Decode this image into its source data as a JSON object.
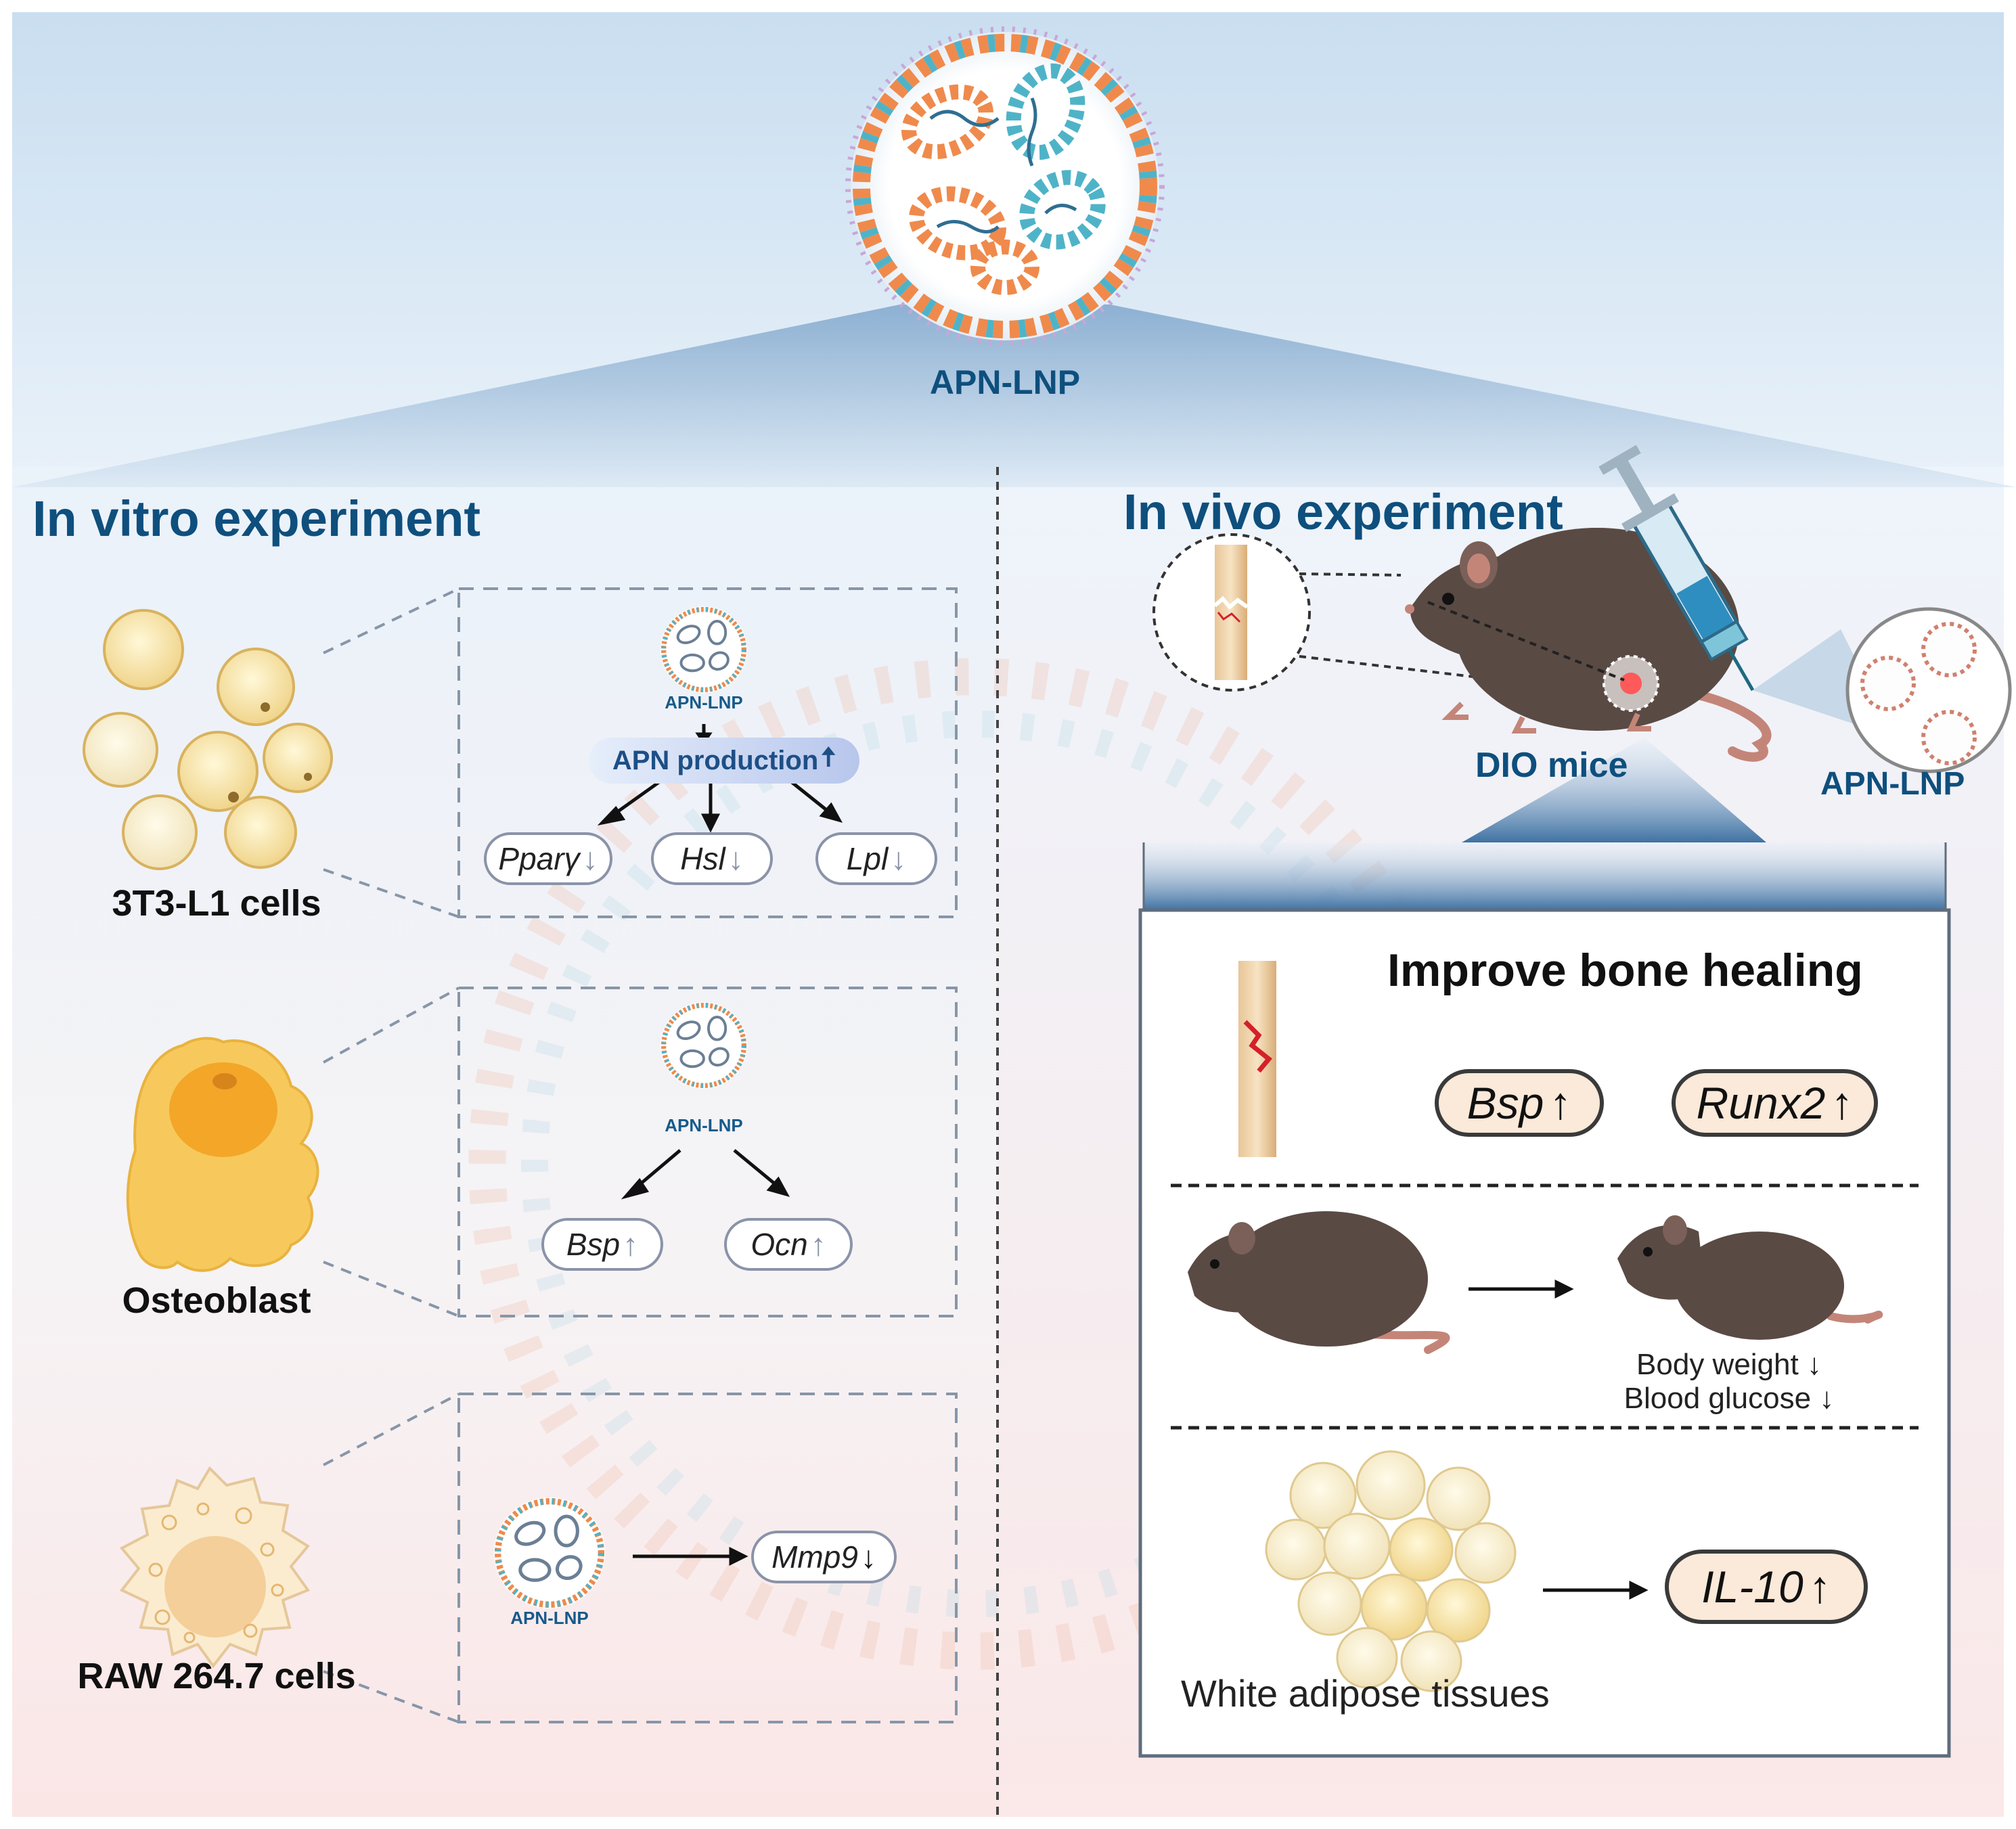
{
  "header": {
    "nanoparticle_label": "APN-LNP"
  },
  "left_panel": {
    "title": "In vitro experiment",
    "rows": [
      {
        "cell_label": "3T3-L1 cells",
        "lnp_label": "APN-LNP",
        "production_label": "APN production",
        "markers": [
          {
            "gene": "Pparγ",
            "arrow": "↓"
          },
          {
            "gene": "Hsl",
            "arrow": "↓"
          },
          {
            "gene": "Lpl",
            "arrow": "↓"
          }
        ]
      },
      {
        "cell_label": "Osteoblast",
        "lnp_label": "APN-LNP",
        "markers": [
          {
            "gene": "Bsp",
            "arrow": "↑"
          },
          {
            "gene": "Ocn",
            "arrow": "↑"
          }
        ]
      },
      {
        "cell_label": "RAW 264.7 cells",
        "lnp_label": "APN-LNP",
        "markers": [
          {
            "gene": "Mmp9",
            "arrow": "↓"
          }
        ]
      }
    ]
  },
  "right_panel": {
    "title": "In vivo experiment",
    "model_label": "DIO mice",
    "injection_label": "APN-LNP",
    "results": {
      "heading": "Improve bone healing",
      "bone_markers": [
        {
          "gene": "Bsp",
          "arrow": "↑"
        },
        {
          "gene": "Runx2",
          "arrow": "↑"
        }
      ],
      "metabolic": [
        {
          "text": "Body weight",
          "arrow": "↓"
        },
        {
          "text": "Blood glucose",
          "arrow": "↓"
        }
      ],
      "adipose_label": "White adipose tissues",
      "adipose_marker": {
        "gene": "IL-10",
        "arrow": "↑"
      }
    }
  },
  "colors": {
    "heading": "#0e4f7d",
    "lipid_orange": "#ef8a4c",
    "lipid_teal": "#4fb3c8",
    "mouse": "#5a4a44",
    "fracture": "#d5202a"
  }
}
